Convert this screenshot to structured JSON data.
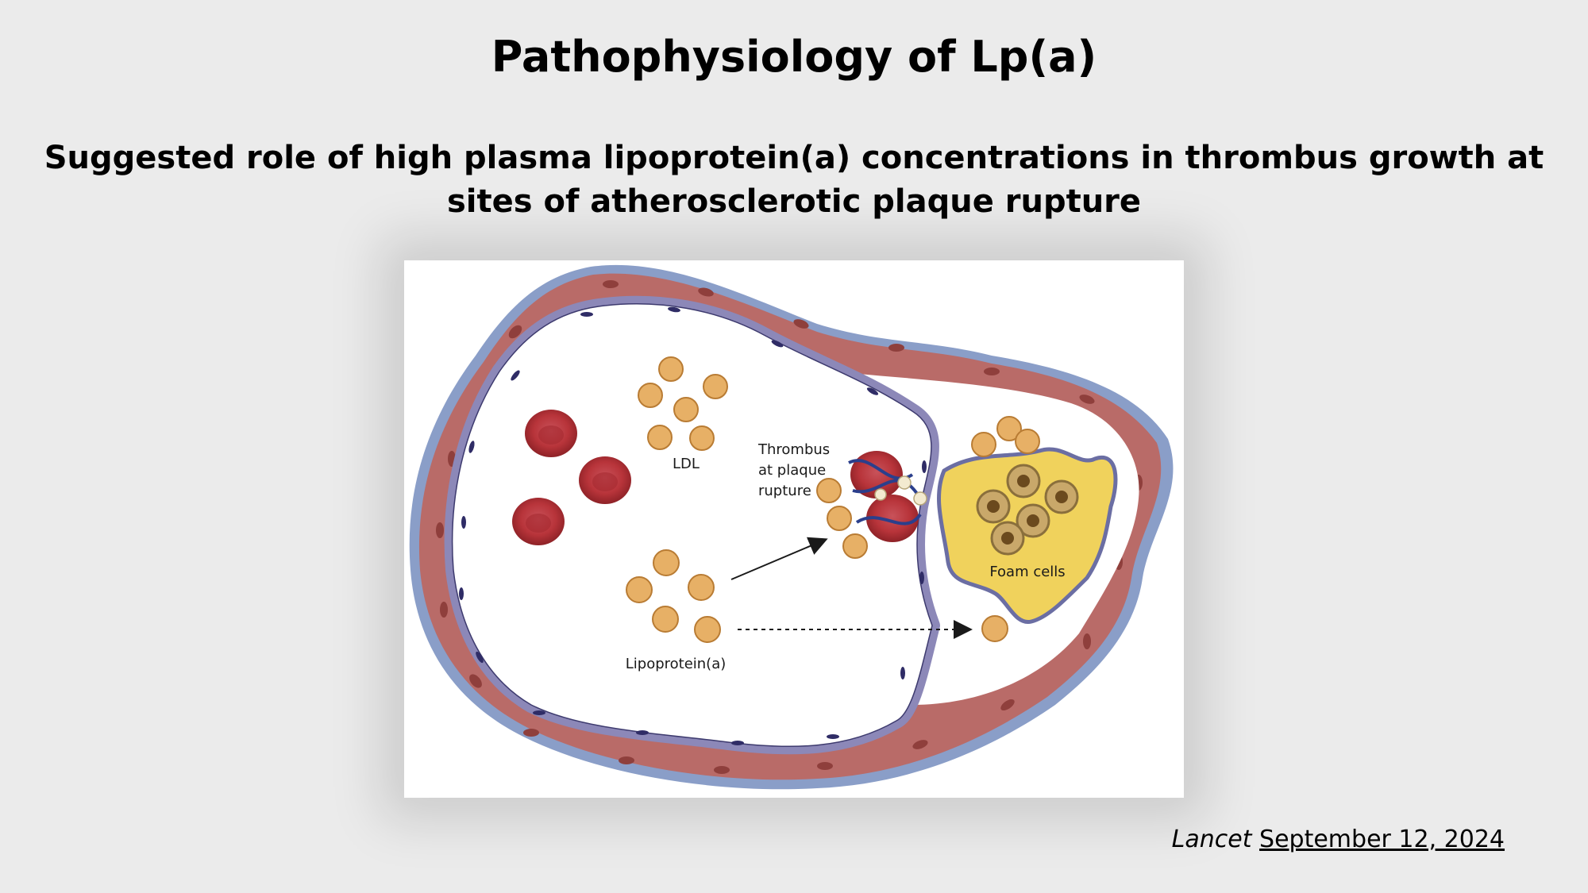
{
  "slide": {
    "title": "Pathophysiology of Lp(a)",
    "subtitle": "Suggested role of high plasma lipoprotein(a) concentrations in thrombus growth at sites of atherosclerotic plaque rupture"
  },
  "diagram": {
    "labels": {
      "ldl": "LDL",
      "thrombus_line1": "Thrombus",
      "thrombus_line2": "at plaque",
      "thrombus_line3": "rupture",
      "foam_cells": "Foam cells",
      "lipoprotein_a": "Lipoprotein(a)"
    },
    "colors": {
      "adventitia": "#8a9ec8",
      "media": "#b96b68",
      "endothelium": "#8c88b8",
      "red_blood_cell": "#b8343a",
      "lipoprotein": "#e7b066",
      "plaque_core": "#f0d25c"
    }
  },
  "citation": {
    "journal": "Lancet",
    "date": "September 12, 2024"
  }
}
